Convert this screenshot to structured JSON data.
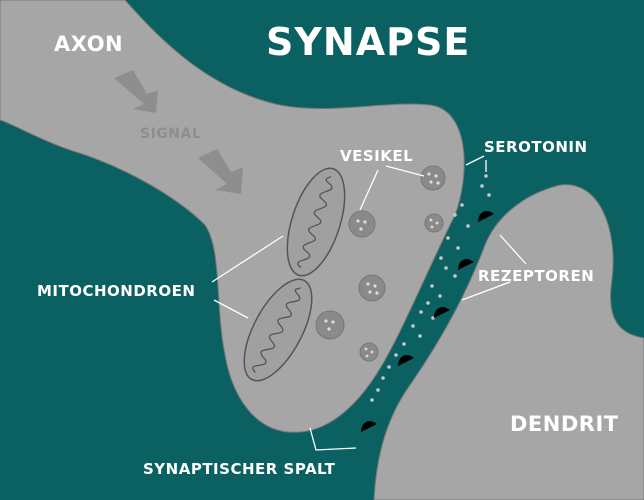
{
  "title": "SYNAPSE",
  "labels": {
    "axon": "AXON",
    "signal": "SIGNAL",
    "vesikel": "VESIKEL",
    "serotonin": "SEROTONIN",
    "mitochondroen": "MITOCHONDROEN",
    "rezeptoren": "REZEPTOREN",
    "dendrit": "DENDRIT",
    "spalt": "SYNAPTISCHER SPALT"
  },
  "colors": {
    "background": "#0b6161",
    "membrane": "#a6a6a6",
    "organelle": "#8a8a8a",
    "arrow": "#8e8e8e",
    "receptor": "#000000",
    "text": "#ffffff"
  }
}
